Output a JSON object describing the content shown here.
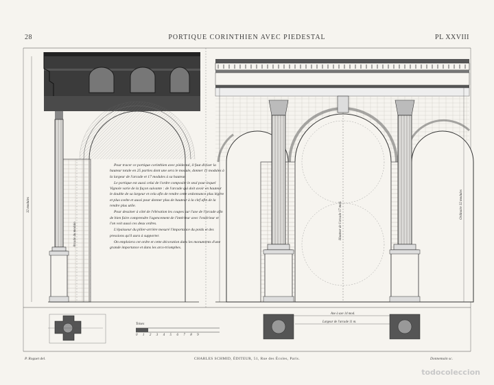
{
  "header": {
    "page_number": "28",
    "title": "PORTIQUE CORINTHIEN AVEC PIEDESTAL",
    "plate": "PL XXVIII"
  },
  "text_block": [
    "Pour tracer ce portique corinthien avec piédestal, il faut diviser la hauteur totale en 25 parties dont une sera le module, donner 11 modules à la largeur de l'arcade et 17 modules à sa hauteur.",
    "Le portique est aussi celui de l'ordre composite le seul pour lequel Vignole varie de la façon suivante : de l'arcade qui doit avoir en hauteur le double de sa largeur et cela afin de rendre cette ordonnance plus légère et plus svelte et aussi pour donner plus de hauteur à la clef afin de la rendre plus utile.",
    "Pour dessiner à côté de l'élévation les coupes sur l'axe de l'arcade afin de bien faire comprendre l'agencement de l'intérieur avec l'extérieur et l'on voit aussi ces deux ordres.",
    "L'épaisseur du pilier-arrière mesuré l'importance du poids et des pressions qu'il aura à supporter.",
    "On emploiera cet ordre et cette décoration dans les monuments d'une grande importance et dans les arcs-triomphes."
  ],
  "labels": {
    "scale_bar": "Toises",
    "scale_numbers": [
      "0",
      "1",
      "2",
      "3",
      "4",
      "5",
      "6",
      "7",
      "8",
      "9"
    ],
    "left_height": "32 modules",
    "left_arch": "Arcade du modulo",
    "centre_arch": "Hauteur de l'arcade 17 mod.",
    "right_height": "Ordinaire 32 modules",
    "axis_note": "Axe à axe 14 mod.",
    "opening_width": "Largeur de l'arcade 11 m."
  },
  "footer": {
    "left": "P. Roguet del.",
    "center": "CHARLES SCHMID, ÉDITEUR, 51, Rue des Écoles, Paris.",
    "right": "Donnemain sc."
  },
  "watermark": "todocoleccion"
}
